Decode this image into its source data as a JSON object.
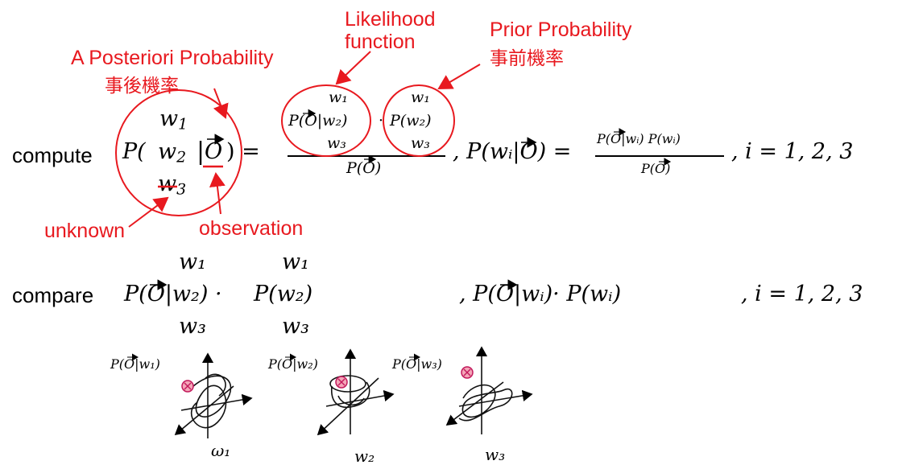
{
  "annotations": {
    "posterior_en": "A Posteriori Probability",
    "posterior_zh": "事後機率",
    "likelihood_line1": "Likelihood",
    "likelihood_line2": "function",
    "prior_en": "Prior Probability",
    "prior_zh": "事前機率",
    "unknown": "unknown",
    "observation": "observation"
  },
  "row1": {
    "label": "compute",
    "w1": "w",
    "w2": "w",
    "w3": "w",
    "sub1": "1",
    "sub2": "2",
    "sub3": "3",
    "P_open": "P(",
    "O_obs": "O",
    "close_eq": ") =",
    "lik_w1": "w₁",
    "lik_mid": "P(O|w₂)",
    "lik_w3": "w₃",
    "dot": "·",
    "prior_w1": "w₁",
    "prior_mid": "P(w₂)",
    "prior_w3": "w₃",
    "denom": "P(O)",
    "posterior_general": ", P(wᵢ|O) =",
    "general_num": "P(O|wᵢ) P(wᵢ)",
    "general_den": "P(O)",
    "index": ", i = 1, 2, 3"
  },
  "row2": {
    "label": "compare",
    "w1_a": "w₁",
    "mid_a": "P(O|w₂) ·",
    "w3_a": "w₃",
    "w1_b": "w₁",
    "mid_b": "P(w₂)",
    "w3_b": "w₃",
    "general": ", P(O|wᵢ)· P(wᵢ)",
    "index": ", i = 1, 2, 3"
  },
  "sketches": [
    {
      "label": "P(O|w₁)",
      "caption": "ω₁"
    },
    {
      "label": "P(O|w₂)",
      "caption": "w₂"
    },
    {
      "label": "P(O|w₃)",
      "caption": "w₃"
    }
  ],
  "colors": {
    "annotation": "#e8191f",
    "marker": "#c2185b"
  }
}
